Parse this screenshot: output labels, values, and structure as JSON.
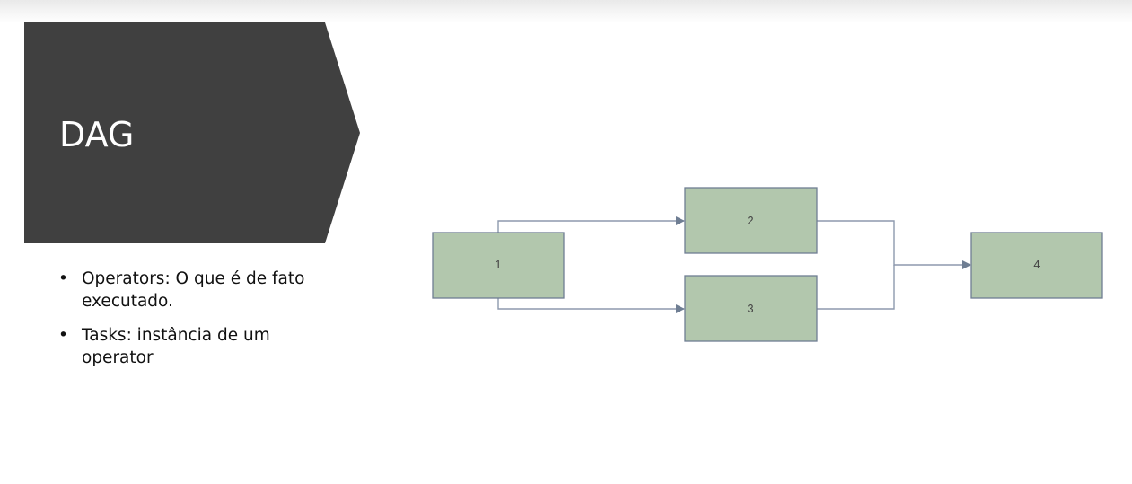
{
  "slide": {
    "title": "DAG",
    "bullets": [
      "Operators: O que é de fato executado.",
      "Tasks: instância de um operator"
    ]
  },
  "diagram": {
    "nodes": [
      {
        "id": "1",
        "label": "1"
      },
      {
        "id": "2",
        "label": "2"
      },
      {
        "id": "3",
        "label": "3"
      },
      {
        "id": "4",
        "label": "4"
      }
    ],
    "edges": [
      {
        "from": "1",
        "to": "2"
      },
      {
        "from": "1",
        "to": "3"
      },
      {
        "from": "2",
        "to": "4"
      },
      {
        "from": "3",
        "to": "4"
      }
    ],
    "colors": {
      "node_fill": "#b2c7ad",
      "node_border": "#6f7e93",
      "edge": "#8d99ad",
      "banner": "#404040"
    }
  }
}
